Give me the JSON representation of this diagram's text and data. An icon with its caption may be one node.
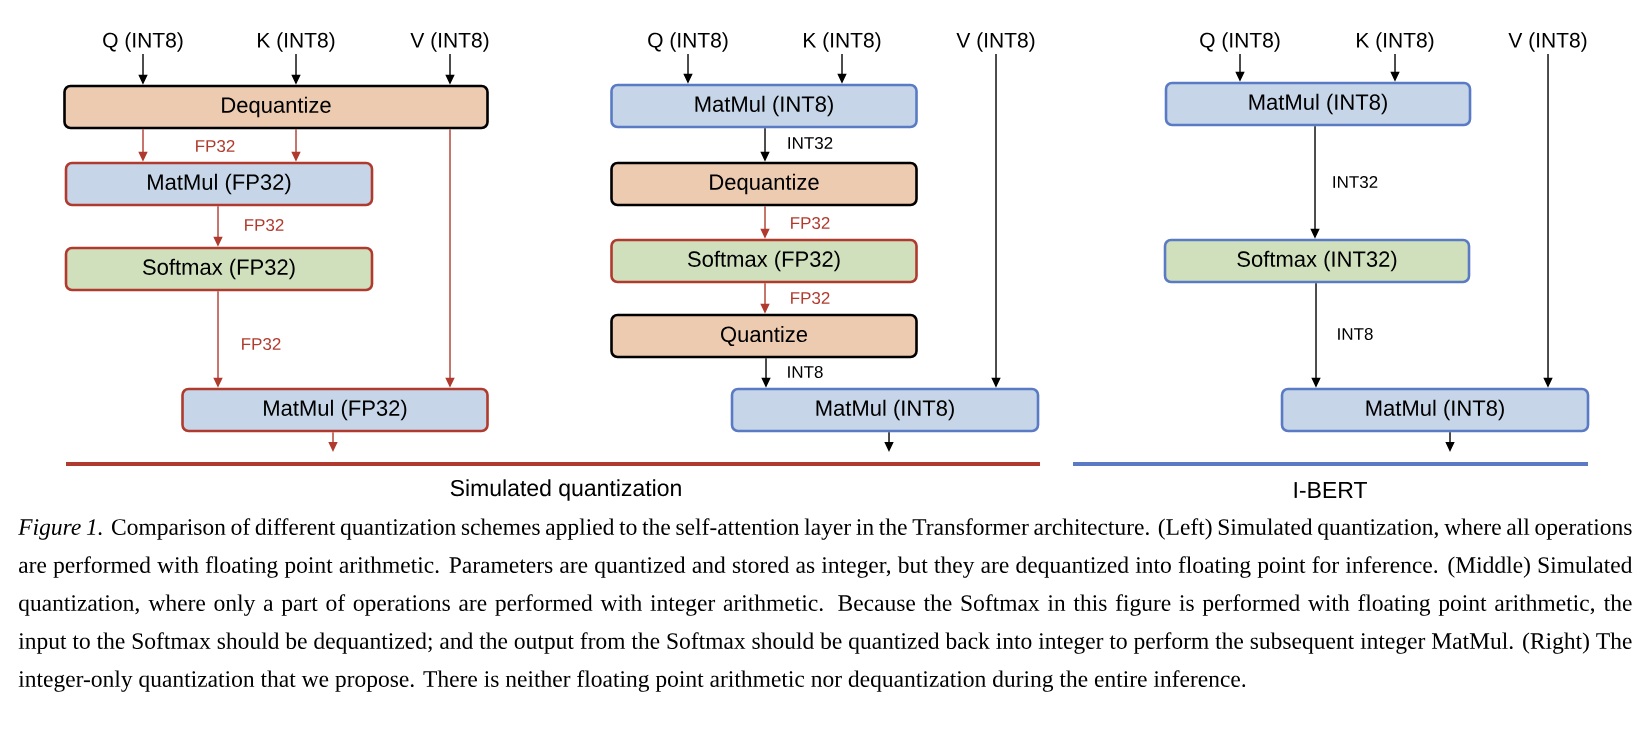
{
  "diagram": {
    "caption": "*Figure 1.* Comparison of different quantization schemes applied to the self-attention layer in the Transformer architecture. (Left) Simulated quantization, where all operations are performed with floating point arithmetic. Parameters are quantized and stored as integer, but they are dequantized into floating point for inference. (Middle) Simulated quantization, where only a part of operations are performed with integer arithmetic. Because the Softmax in this figure is performed with floating point arithmetic, the input to the Softmax should be dequantized; and the output from the Softmax should be quantized back into integer to perform the subsequent integer MatMul. (Right) The integer-only quantization that we propose. There is neither floating point arithmetic nor dequantization during the entire inference.",
    "nodes": [
      {
        "text": [
          "Q (INT8)"
        ]
      },
      {
        "text": [
          "K (INT8)"
        ]
      },
      {
        "text": [
          "V (INT8)"
        ]
      },
      {
        "text": [
          "Dequantize"
        ]
      },
      {
        "text": [
          "MatMul (FP32)"
        ]
      },
      {
        "text": [
          "Softmax (FP32)"
        ]
      },
      {
        "text": [
          "MatMul (FP32)"
        ]
      },
      {
        "text": [
          "Q (INT8)"
        ]
      },
      {
        "text": [
          "K (INT8)"
        ]
      },
      {
        "text": [
          "V (INT8)"
        ]
      },
      {
        "text": [
          "MatMul (INT8)"
        ]
      },
      {
        "text": [
          "Dequantize"
        ]
      },
      {
        "text": [
          "Softmax (FP32)"
        ]
      },
      {
        "text": [
          "Quantize"
        ]
      },
      {
        "text": [
          "MatMul (INT8)"
        ]
      },
      {
        "text": [
          "Q (INT8)"
        ]
      },
      {
        "text": [
          "K (INT8)"
        ]
      },
      {
        "text": [
          "V (INT8)"
        ]
      },
      {
        "text": [
          "MatMul (INT8)"
        ]
      },
      {
        "text": [
          "Softmax (INT32)"
        ]
      },
      {
        "text": [
          "MatMul (INT8)"
        ]
      }
    ],
    "edges": [
      {
        "from": 0,
        "to": 3,
        "arrow": "to"
      },
      {
        "from": 1,
        "to": 3,
        "arrow": "to"
      },
      {
        "from": 2,
        "to": 3,
        "arrow": "to"
      },
      {
        "from": 3,
        "to": 4,
        "arrow": "to",
        "label": "FP32",
        "color": "#b03a2e"
      },
      {
        "from": 3,
        "to": 4,
        "arrow": "to",
        "color": "#b03a2e"
      },
      {
        "from": 3,
        "to": 6,
        "arrow": "to",
        "color": "#b03a2e"
      },
      {
        "from": 4,
        "to": 5,
        "arrow": "to",
        "label": "FP32",
        "color": "#b03a2e"
      },
      {
        "from": 5,
        "to": 6,
        "arrow": "to",
        "label": "FP32",
        "color": "#b03a2e"
      },
      {
        "from": 6,
        "to": null,
        "arrow": "to",
        "color": "#b03a2e"
      },
      {
        "from": 7,
        "to": 10,
        "arrow": "to"
      },
      {
        "from": 8,
        "to": 10,
        "arrow": "to"
      },
      {
        "from": 9,
        "to": 14,
        "arrow": "to"
      },
      {
        "from": 10,
        "to": 11,
        "arrow": "to",
        "label": "INT32"
      },
      {
        "from": 11,
        "to": 12,
        "arrow": "to",
        "label": "FP32",
        "color": "#b03a2e"
      },
      {
        "from": 12,
        "to": 13,
        "arrow": "to",
        "label": "FP32",
        "color": "#b03a2e"
      },
      {
        "from": 13,
        "to": 14,
        "arrow": "to",
        "label": "INT8"
      },
      {
        "from": 14,
        "to": null,
        "arrow": "to"
      },
      {
        "from": 15,
        "to": 18,
        "arrow": "to"
      },
      {
        "from": 16,
        "to": 18,
        "arrow": "to"
      },
      {
        "from": 17,
        "to": 20,
        "arrow": "to"
      },
      {
        "from": 18,
        "to": 19,
        "arrow": "to",
        "label": "INT32"
      },
      {
        "from": 19,
        "to": 20,
        "arrow": "to",
        "label": "INT8"
      },
      {
        "from": 20,
        "to": null,
        "arrow": "to"
      }
    ],
    "labels": [
      "Simulated quantization",
      "I-BERT"
    ]
  }
}
